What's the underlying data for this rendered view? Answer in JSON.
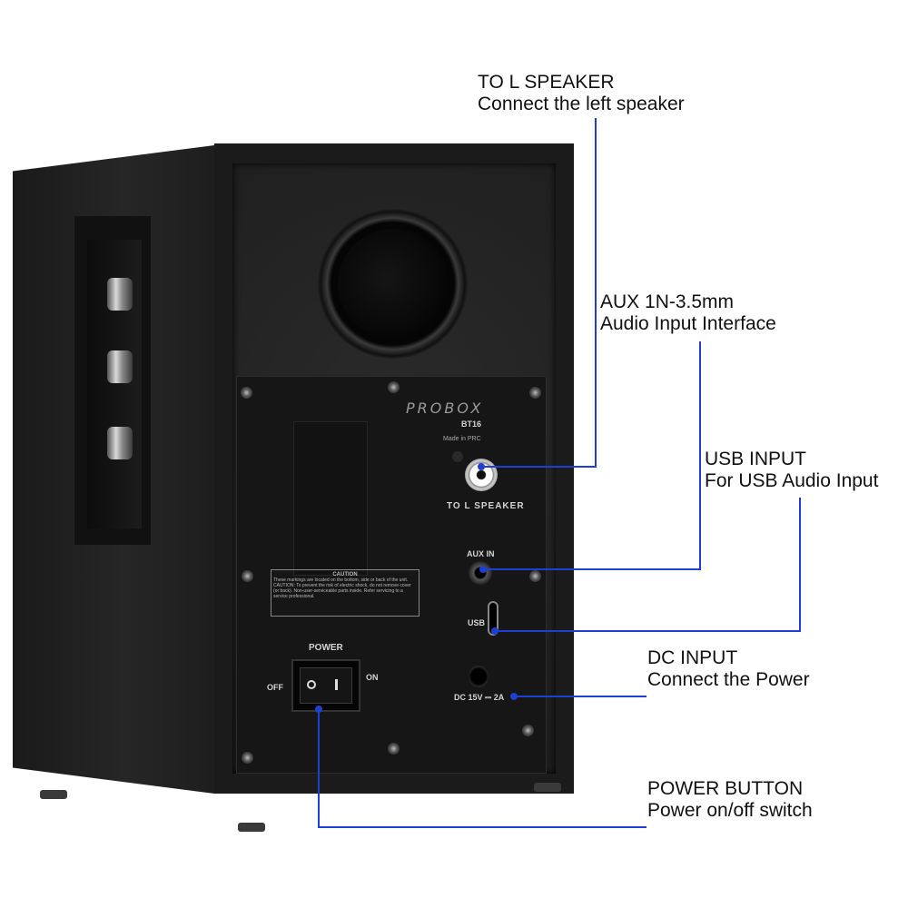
{
  "product": {
    "brand": "PROBOX",
    "model": "BT16",
    "origin": "Made in PRC",
    "port_labels": {
      "to_l_speaker": "TO L SPEAKER",
      "aux_in": "AUX IN",
      "usb": "USB",
      "dc": "DC 15V ⎓ 2A",
      "power": "POWER",
      "off": "OFF",
      "on": "ON"
    },
    "warning": {
      "title": "CAUTION",
      "text": "These markings are located on the bottom, side or back of the unit. CAUTION: To prevent the risk of electric shock, do not remove cover (or back). Non-user-serviceable parts inside. Refer servicing to a service professional."
    }
  },
  "callouts": [
    {
      "id": "to-l-speaker",
      "title": "TO L SPEAKER",
      "desc": "Connect the left speaker"
    },
    {
      "id": "aux",
      "title": "AUX 1N-3.5mm",
      "desc": "Audio Input Interface"
    },
    {
      "id": "usb",
      "title": "USB INPUT",
      "desc": "For USB Audio Input"
    },
    {
      "id": "dc",
      "title": "DC INPUT",
      "desc": "Connect the Power"
    },
    {
      "id": "power",
      "title": "POWER BUTTON",
      "desc": "Power on/off switch"
    }
  ],
  "colors": {
    "accent": "#1e3fd1",
    "body": "#1b1b1b"
  }
}
